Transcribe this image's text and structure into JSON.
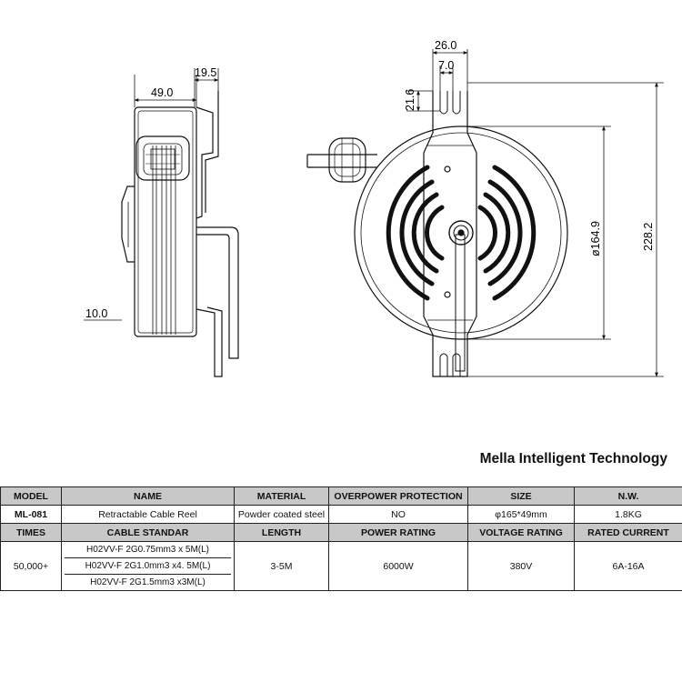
{
  "dimensions": {
    "side_width": "49.0",
    "bracket_offset": "19.5",
    "base_offset": "10.0",
    "front_width": "26.0",
    "slot_width": "7.0",
    "slot_depth": "21.6",
    "drum_diameter": "ø164.9",
    "total_height": "228.2"
  },
  "brand": "Mella Intelligent Technology",
  "table": {
    "header1": {
      "model": "MODEL",
      "name": "NAME",
      "material": "MATERIAL",
      "overpower": "OVERPOWER PROTECTION",
      "size": "SIZE",
      "nw": "N.W."
    },
    "row1": {
      "model": "ML-081",
      "name": "Retractable Cable Reel",
      "material": "Powder coated steel",
      "overpower": "NO",
      "size": "φ165*49mm",
      "nw": "1.8KG"
    },
    "header2": {
      "times": "TIMES",
      "cable": "CABLE STANDAR",
      "length": "LENGTH",
      "power": "POWER RATING",
      "voltage": "VOLTAGE RATING",
      "current": "RATED CURRENT"
    },
    "row2": {
      "times": "50,000+",
      "cables": [
        "H02VV-F 2G0.75mm3 x 5M(L)",
        "H02VV-F 2G1.0mm3 x4. 5M(L)",
        "H02VV-F 2G1.5mm3 x3M(L)"
      ],
      "length": "3-5M",
      "power": "6000W",
      "voltage": "380V",
      "current": "6A-16A"
    }
  }
}
